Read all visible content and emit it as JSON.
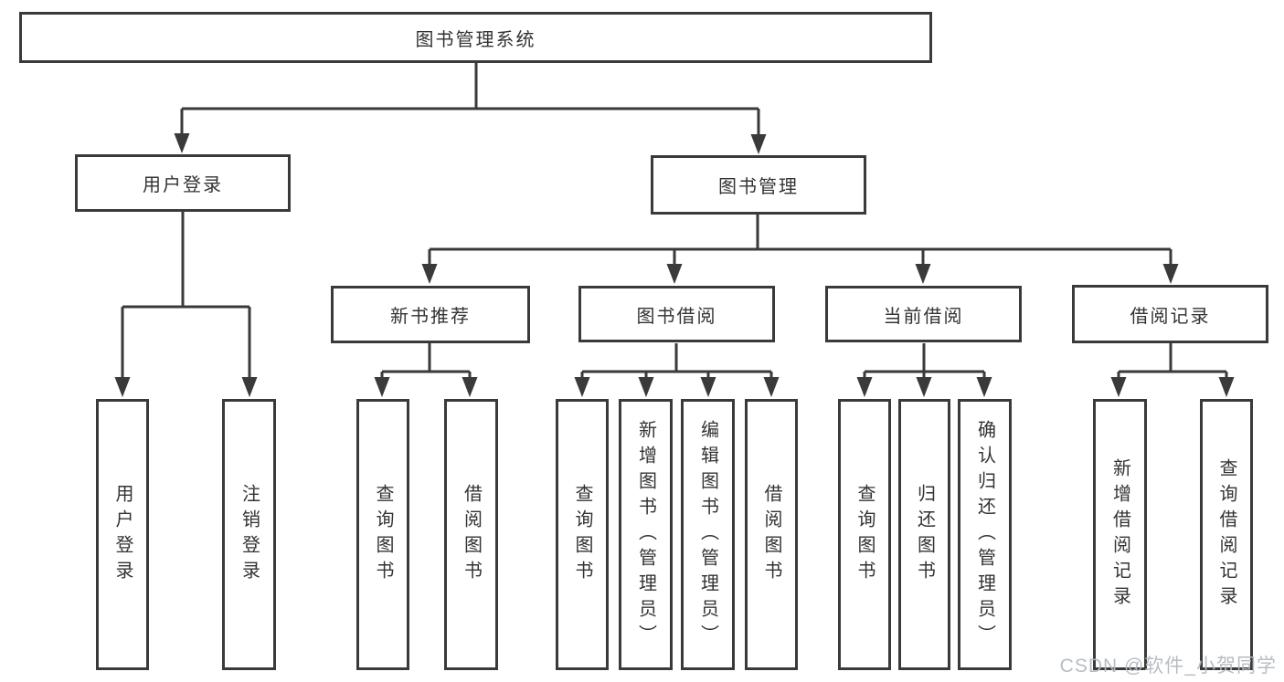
{
  "nodes": {
    "root": "图书管理系统",
    "level1": [
      "用户登录",
      "图书管理"
    ],
    "level2": [
      "新书推荐",
      "图书借阅",
      "当前借阅",
      "借阅记录"
    ],
    "leaves": {
      "user_login": [
        "用户登录",
        "注销登录"
      ],
      "new_book_rec": [
        "查询图书",
        "借阅图书"
      ],
      "book_borrow": [
        "查询图书",
        "新增图书（管理员）",
        "编辑图书（管理员）",
        "借阅图书"
      ],
      "current_borrow": [
        "查询图书",
        "归还图书",
        "确认归还（管理员）"
      ],
      "borrow_records": [
        "新增借阅记录",
        "查询借阅记录"
      ]
    }
  },
  "watermark": "CSDN @软件_小贺同学",
  "colors": {
    "line": "#3a3a3a",
    "box_border": "#3a3a3a",
    "text": "#333333",
    "watermark": "#b4bac0",
    "background": "#ffffff"
  }
}
